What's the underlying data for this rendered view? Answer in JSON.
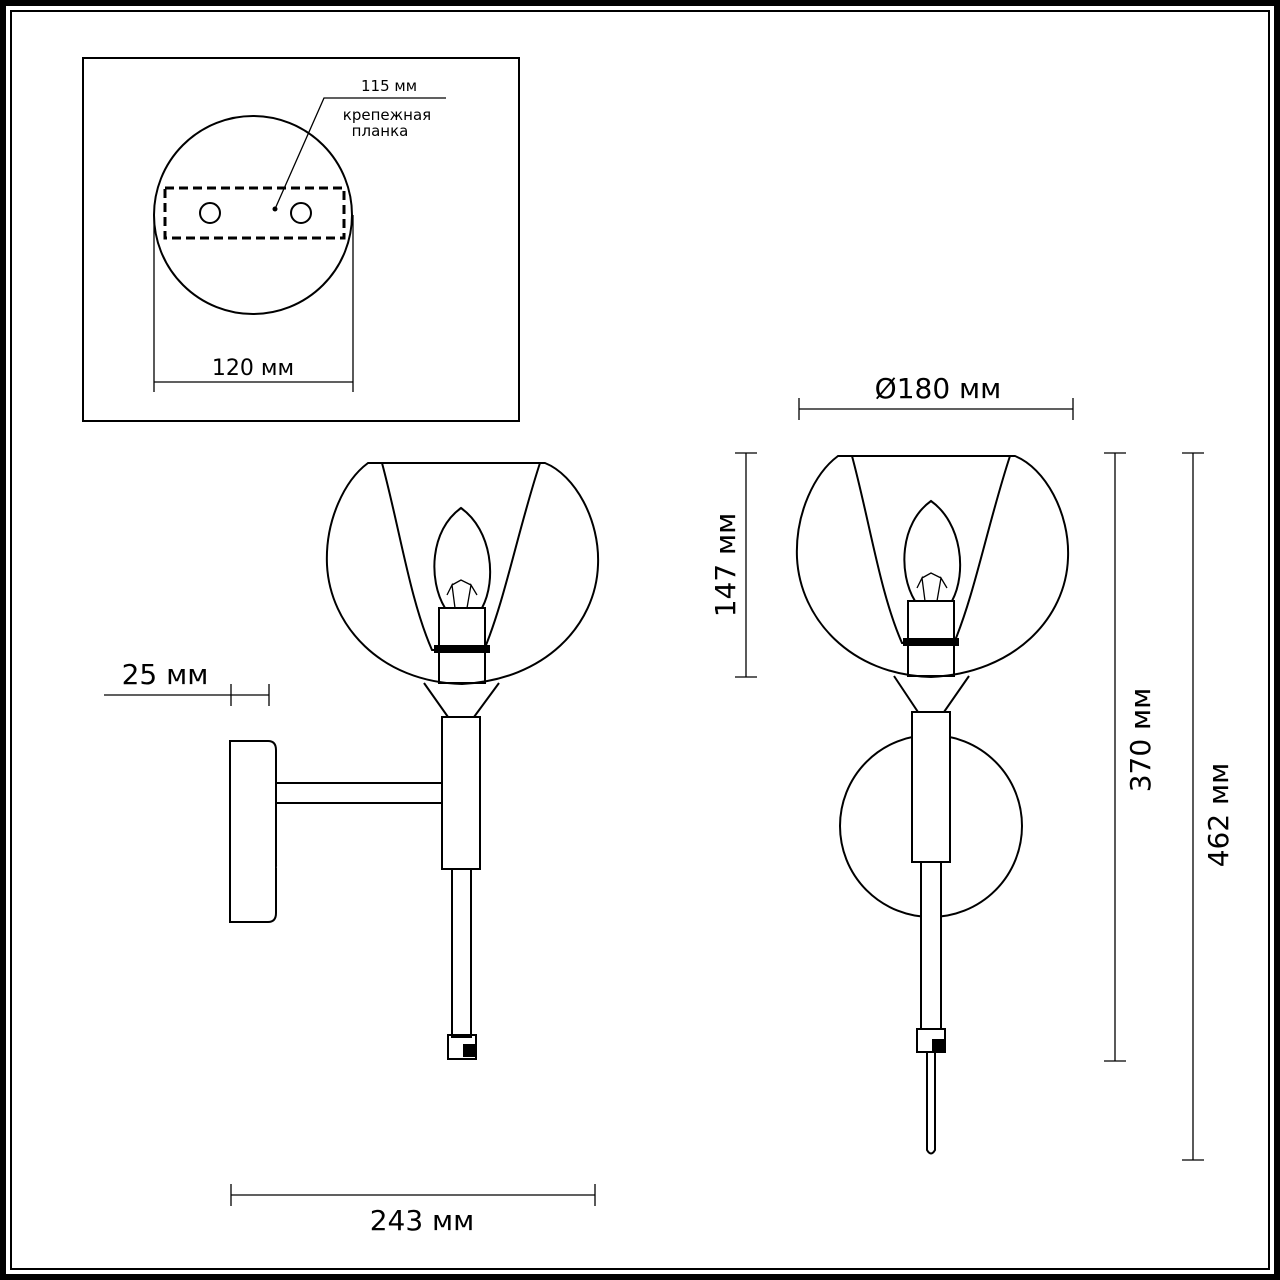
{
  "drawing": {
    "colors": {
      "line": "#000000",
      "background": "#ffffff"
    },
    "inset_mounting_plate": {
      "plate_width_label": "120 мм",
      "bracket_length_label": "115 мм",
      "bracket_name_line1": "крепежная",
      "bracket_name_line2": "планка"
    },
    "side_view": {
      "wall_offset_label": "25 мм",
      "projection_label": "243 мм"
    },
    "front_view": {
      "shade_diameter_label": "Ø180 мм",
      "shade_height_label": "147 мм",
      "body_height_label": "370 мм",
      "total_height_label": "462 мм"
    }
  }
}
